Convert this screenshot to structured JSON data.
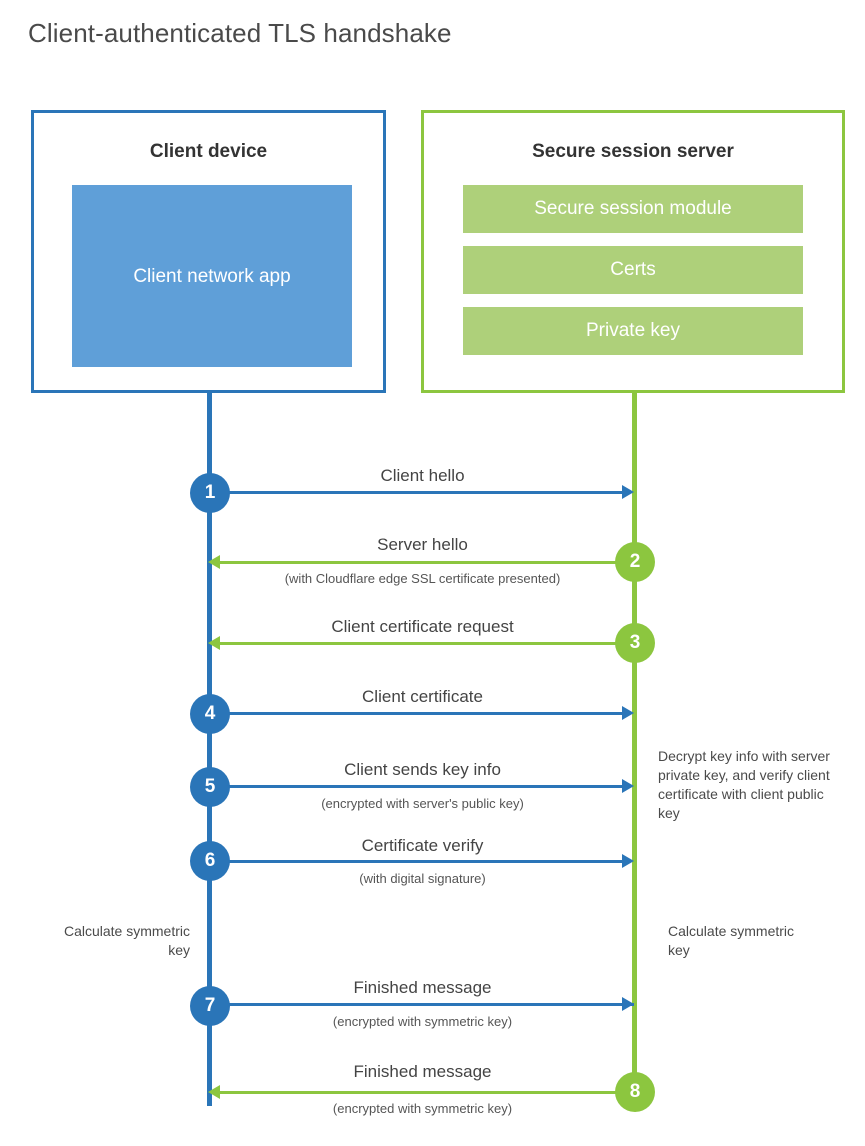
{
  "title": "Client-authenticated TLS handshake",
  "colors": {
    "blue_border": "#2a75b8",
    "blue_fill": "#5f9fd8",
    "green_border": "#8cc63f",
    "green_fill": "#aed07a",
    "text": "#4a4a4a"
  },
  "client": {
    "title": "Client device",
    "app_label": "Client network app"
  },
  "server": {
    "title": "Secure session server",
    "modules": [
      "Secure session module",
      "Certs",
      "Private key"
    ]
  },
  "steps": [
    {
      "number": "1",
      "label": "Client hello",
      "sub": "",
      "direction": "right",
      "color": "blue"
    },
    {
      "number": "2",
      "label": "Server hello",
      "sub": "(with Cloudflare edge SSL certificate presented)",
      "direction": "left",
      "color": "green"
    },
    {
      "number": "3",
      "label": "Client certificate request",
      "sub": "",
      "direction": "left",
      "color": "green"
    },
    {
      "number": "4",
      "label": "Client certificate",
      "sub": "",
      "direction": "right",
      "color": "blue"
    },
    {
      "number": "5",
      "label": "Client sends key info",
      "sub": "(encrypted with server's public key)",
      "direction": "right",
      "color": "blue"
    },
    {
      "number": "6",
      "label": "Certificate verify",
      "sub": "(with digital signature)",
      "direction": "right",
      "color": "blue"
    },
    {
      "number": "7",
      "label": "Finished message",
      "sub": "(encrypted with symmetric key)",
      "direction": "right",
      "color": "blue"
    },
    {
      "number": "8",
      "label": "Finished message",
      "sub": "(encrypted with symmetric key)",
      "direction": "left",
      "color": "green"
    }
  ],
  "annotations": {
    "server_decrypt": "Decrypt key info with server private key, and verify client certificate with client public key",
    "client_calculate": "Calculate symmetric key",
    "server_calculate": "Calculate symmetric key"
  }
}
